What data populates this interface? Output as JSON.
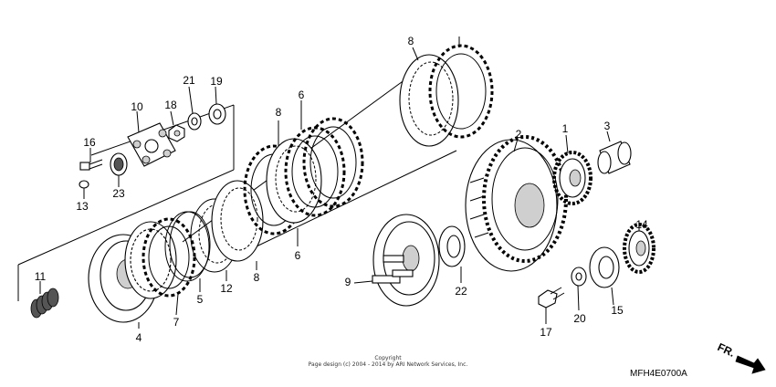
{
  "parts": [
    {
      "id": "p1",
      "label": "1"
    },
    {
      "id": "p2",
      "label": "2"
    },
    {
      "id": "p3",
      "label": "3"
    },
    {
      "id": "p4",
      "label": "4"
    },
    {
      "id": "p5",
      "label": "5"
    },
    {
      "id": "p6a",
      "label": "6"
    },
    {
      "id": "p6b",
      "label": "6"
    },
    {
      "id": "p7",
      "label": "7"
    },
    {
      "id": "p8a",
      "label": "8"
    },
    {
      "id": "p8b",
      "label": "8"
    },
    {
      "id": "p8c",
      "label": "8"
    },
    {
      "id": "p9",
      "label": "9"
    },
    {
      "id": "p10",
      "label": "10"
    },
    {
      "id": "p11",
      "label": "11"
    },
    {
      "id": "p12",
      "label": "12"
    },
    {
      "id": "p13",
      "label": "13"
    },
    {
      "id": "p14",
      "label": "14"
    },
    {
      "id": "p15",
      "label": "15"
    },
    {
      "id": "p16",
      "label": "16"
    },
    {
      "id": "p17",
      "label": "17"
    },
    {
      "id": "p18",
      "label": "18"
    },
    {
      "id": "p19",
      "label": "19"
    },
    {
      "id": "p20",
      "label": "20"
    },
    {
      "id": "p21",
      "label": "21"
    },
    {
      "id": "p22",
      "label": "22"
    },
    {
      "id": "p23",
      "label": "23"
    }
  ],
  "copyright": {
    "line1": "Copyright",
    "line2": "Page design (c) 2004 - 2014 by ARI Network Services, Inc."
  },
  "catalog_code": "MFH4E0700A",
  "direction_label": "FR."
}
